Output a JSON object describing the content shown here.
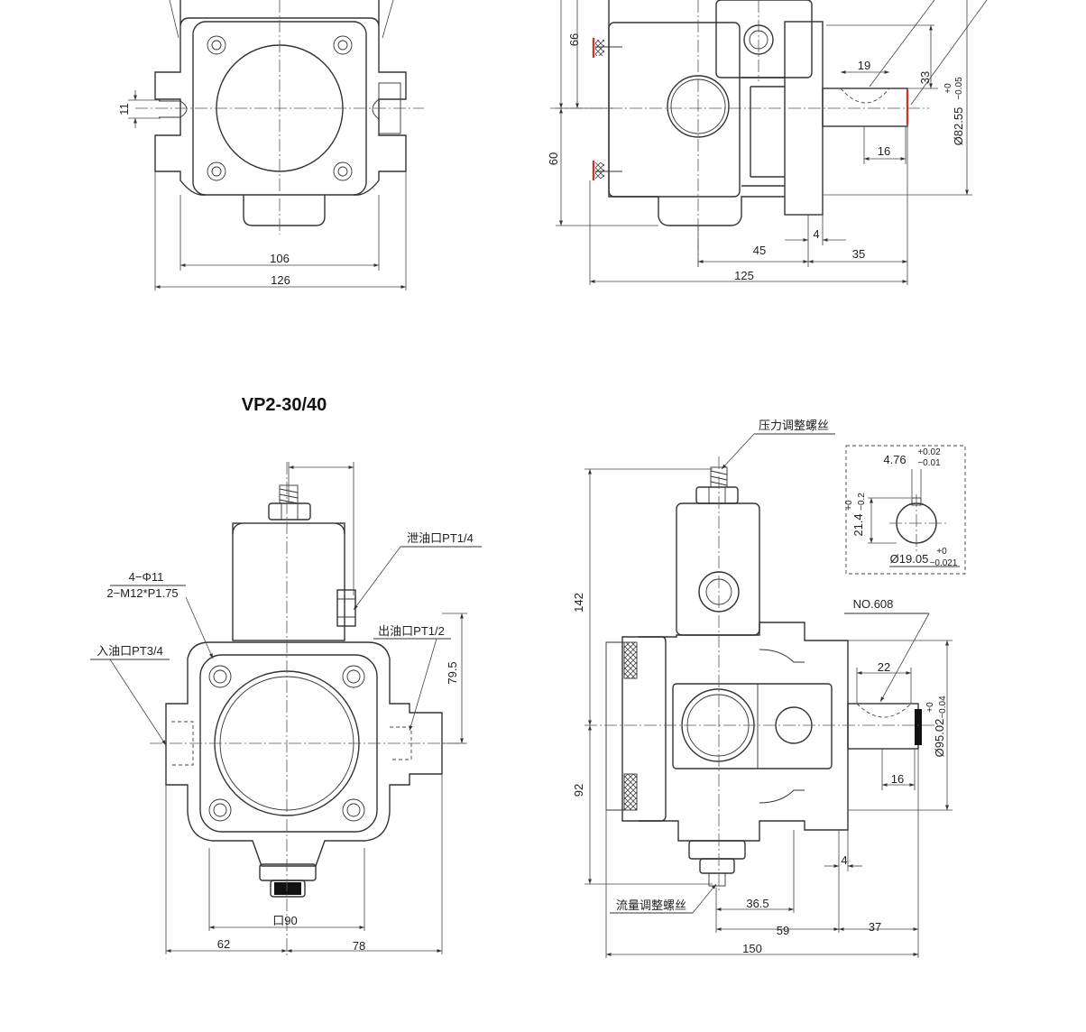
{
  "section_title": "VP2-30/40",
  "top_front": {
    "width_inner": "106",
    "width_outer": "126",
    "height_small": "11"
  },
  "top_side": {
    "h_top": "66",
    "h_bottom": "60",
    "key_width": "19",
    "key_height": "33",
    "shaft_len": "16",
    "diameter": "Ø82.55",
    "diameter_tol_upper": "+0",
    "diameter_tol_lower": "−0.05",
    "flange_thk": "4",
    "len_45": "45",
    "len_35": "35",
    "len_total": "125"
  },
  "bottom_front": {
    "holes_label_1": "4−Φ11",
    "holes_label_2": "2−M12*P1.75",
    "drain_port": "泄油口PT1/4",
    "outlet_port": "出油口PT1/2",
    "inlet_port": "入油口PT3/4",
    "height_79": "79.5",
    "square_90": "口90",
    "width_62": "62",
    "width_78": "78"
  },
  "bottom_side": {
    "pressure_screw": "压力调整螺丝",
    "flow_screw": "流量调整螺丝",
    "key_part": "NO.608",
    "detail_width": "4.76",
    "detail_width_tol_upper": "+0.02",
    "detail_width_tol_lower": "−0.01",
    "detail_height": "21.4",
    "detail_height_tol_upper": "+0",
    "detail_height_tol_lower": "−0.2",
    "detail_dia": "Ø19.05",
    "detail_dia_tol_upper": "+0",
    "detail_dia_tol_lower": "−0.021",
    "h_142": "142",
    "h_92": "92",
    "key_22": "22",
    "shaft_16": "16",
    "diameter": "Ø95.02",
    "diameter_tol_upper": "+0",
    "diameter_tol_lower": "−0.04",
    "flange_thk": "4",
    "len_36_5": "36.5",
    "len_59": "59",
    "len_37": "37",
    "len_total": "150"
  }
}
